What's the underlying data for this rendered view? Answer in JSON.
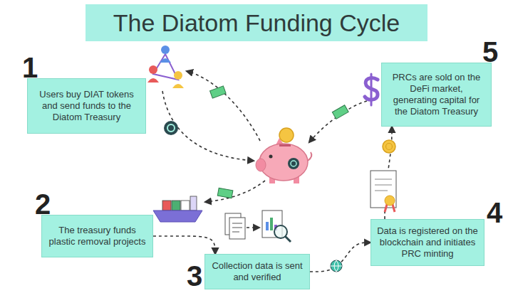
{
  "diagram": {
    "title": "The Diatom Funding Cycle",
    "nodes": [
      {
        "text": [
          "1",
          "Users buy DIAT tokens and send funds to the Diatom Treasury"
        ]
      },
      {
        "text": [
          "2",
          "The treasury funds plastic removal projects"
        ]
      },
      {
        "text": [
          "3",
          "Collection data is sent and verified"
        ]
      },
      {
        "text": [
          "4",
          "Data is registered on the blockchain and initiates PRC minting"
        ]
      },
      {
        "text": [
          "5",
          "PRCs are sold on the DeFi market, generating capital for the Diatom Treasury"
        ]
      }
    ],
    "edges": [
      {
        "from": 1,
        "to": 2,
        "arrow": "to"
      },
      {
        "from": 2,
        "to": 3,
        "arrow": "to"
      },
      {
        "from": 3,
        "to": 4,
        "arrow": "to"
      }
    ]
  }
}
